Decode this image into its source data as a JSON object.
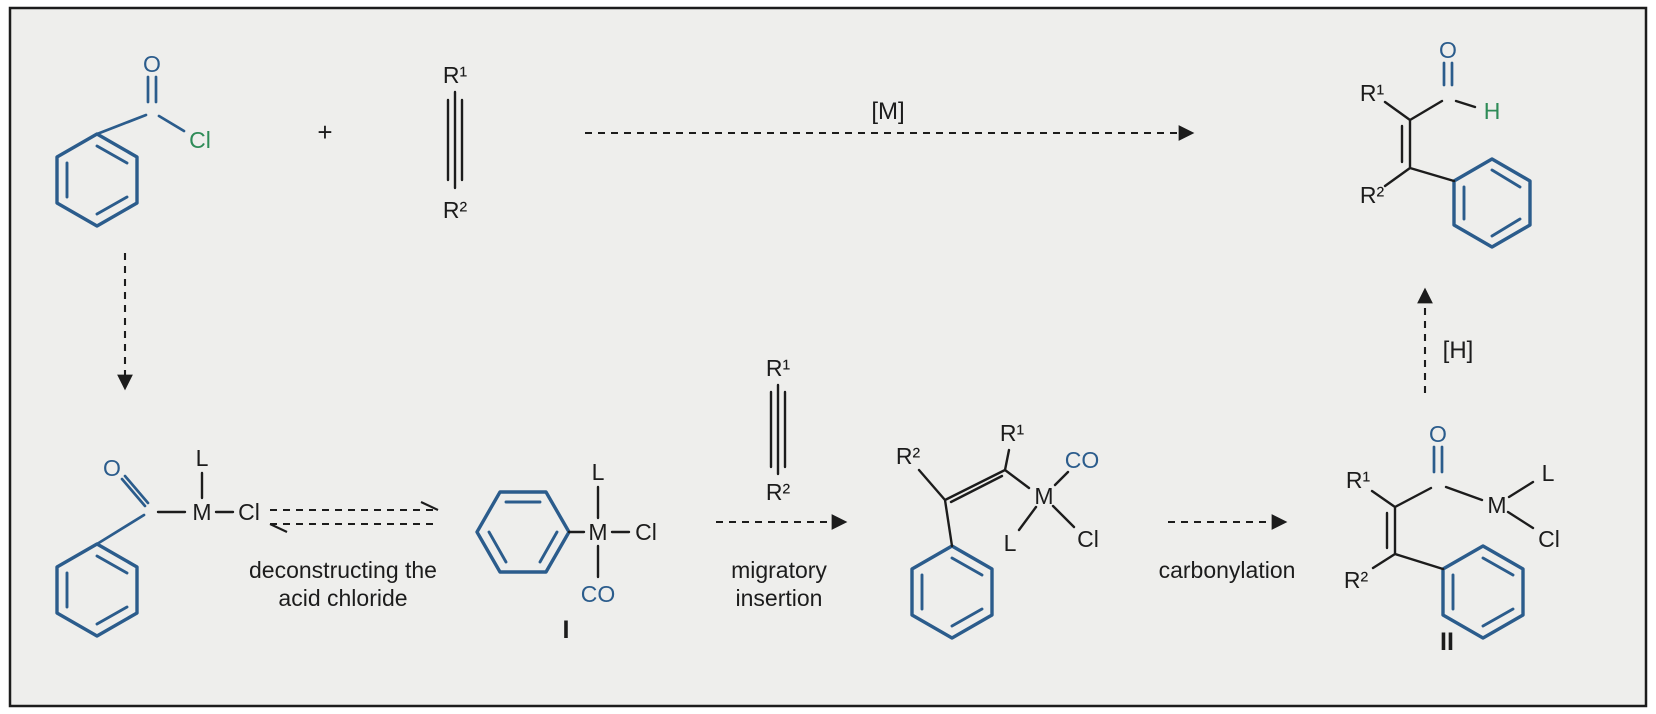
{
  "colors": {
    "blue": "#2b5c8c",
    "green": "#2e8b57",
    "ink": "#1c1c1c",
    "background": "#eeeeec"
  },
  "atoms": {
    "oxygen": "O",
    "chlorine": "Cl",
    "hydrogen": "H",
    "metal": "M",
    "ligand": "L",
    "carbon_monoxide": "CO"
  },
  "substituents": {
    "r1": "R¹",
    "r2": "R²"
  },
  "operators": {
    "plus": "+"
  },
  "arrow_labels": {
    "metal_catalyst": "[M]",
    "hydrogenation": "[H]"
  },
  "step_labels": {
    "deconstruct_line1": "deconstructing the",
    "deconstruct_line2": "acid chloride",
    "migratory_line1": "migratory",
    "migratory_line2": "insertion",
    "carbonylation": "carbonylation"
  },
  "intermediate_labels": {
    "complex_i": "I",
    "complex_ii": "II"
  }
}
